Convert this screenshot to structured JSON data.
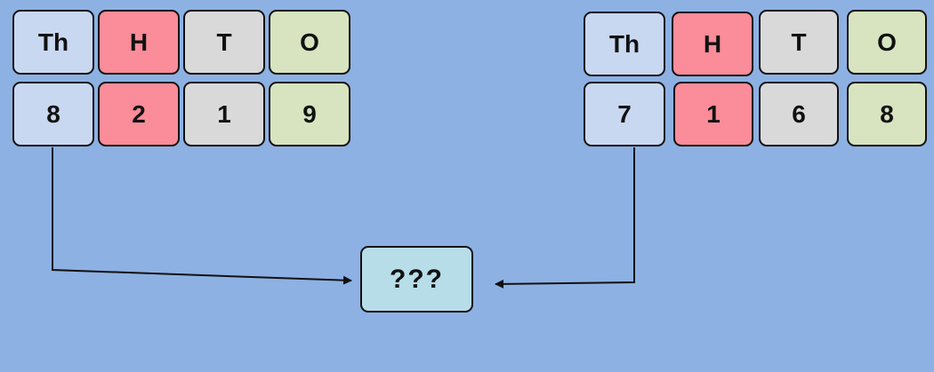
{
  "left_number": {
    "headers": [
      "Th",
      "H",
      "T",
      "O"
    ],
    "digits": [
      "8",
      "2",
      "1",
      "9"
    ]
  },
  "right_number": {
    "headers": [
      "Th",
      "H",
      "T",
      "O"
    ],
    "digits": [
      "7",
      "1",
      "6",
      "8"
    ]
  },
  "result": {
    "label": "???"
  },
  "colors": {
    "background": "#8db1e3",
    "thousands": "#c8d8f0",
    "hundreds": "#fb8c99",
    "tens": "#d9d9d9",
    "ones": "#d7e4bf",
    "result": "#b7dde9",
    "stroke": "#111111"
  }
}
